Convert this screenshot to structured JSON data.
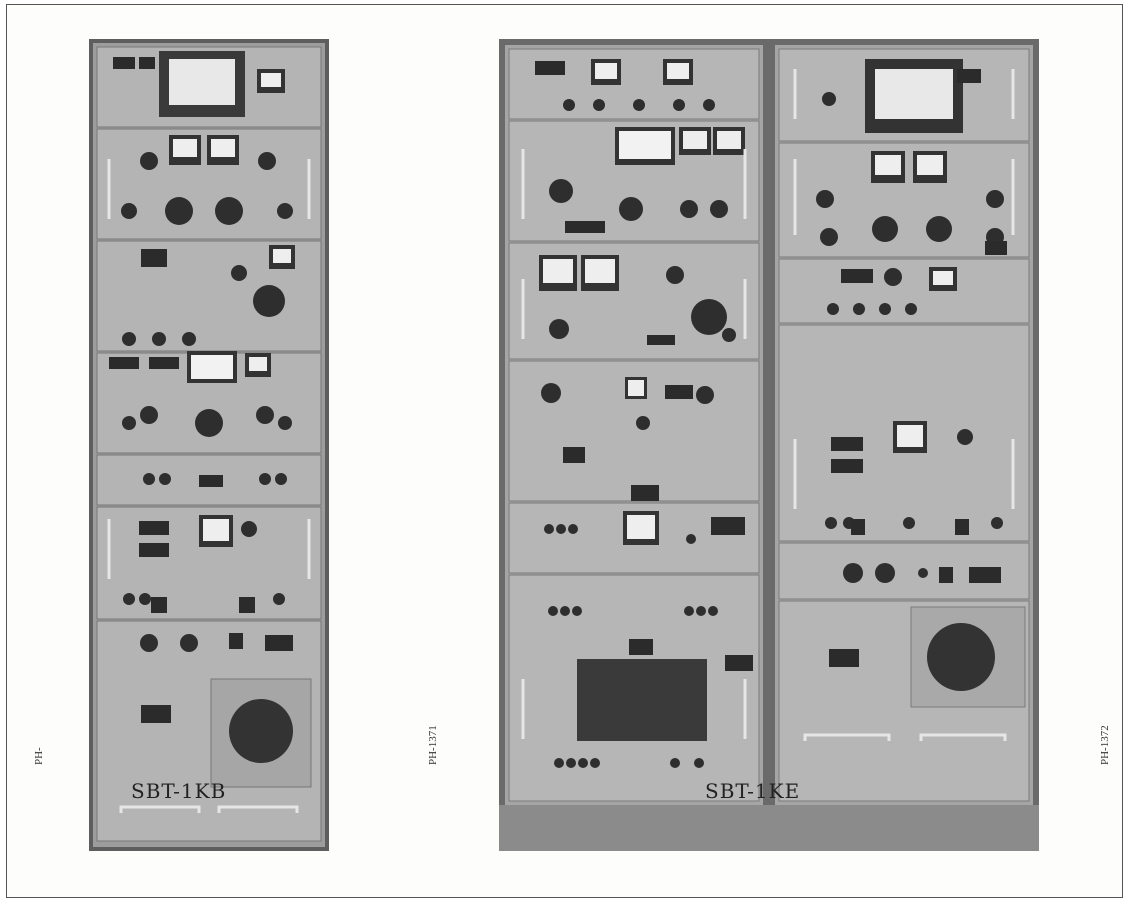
{
  "captions": {
    "left": "SBT-1KB",
    "right": "SBT-1KE"
  },
  "photo_labels": {
    "left_margin": "PH-",
    "center": "PH-1371",
    "right_margin": "PH-1372"
  }
}
